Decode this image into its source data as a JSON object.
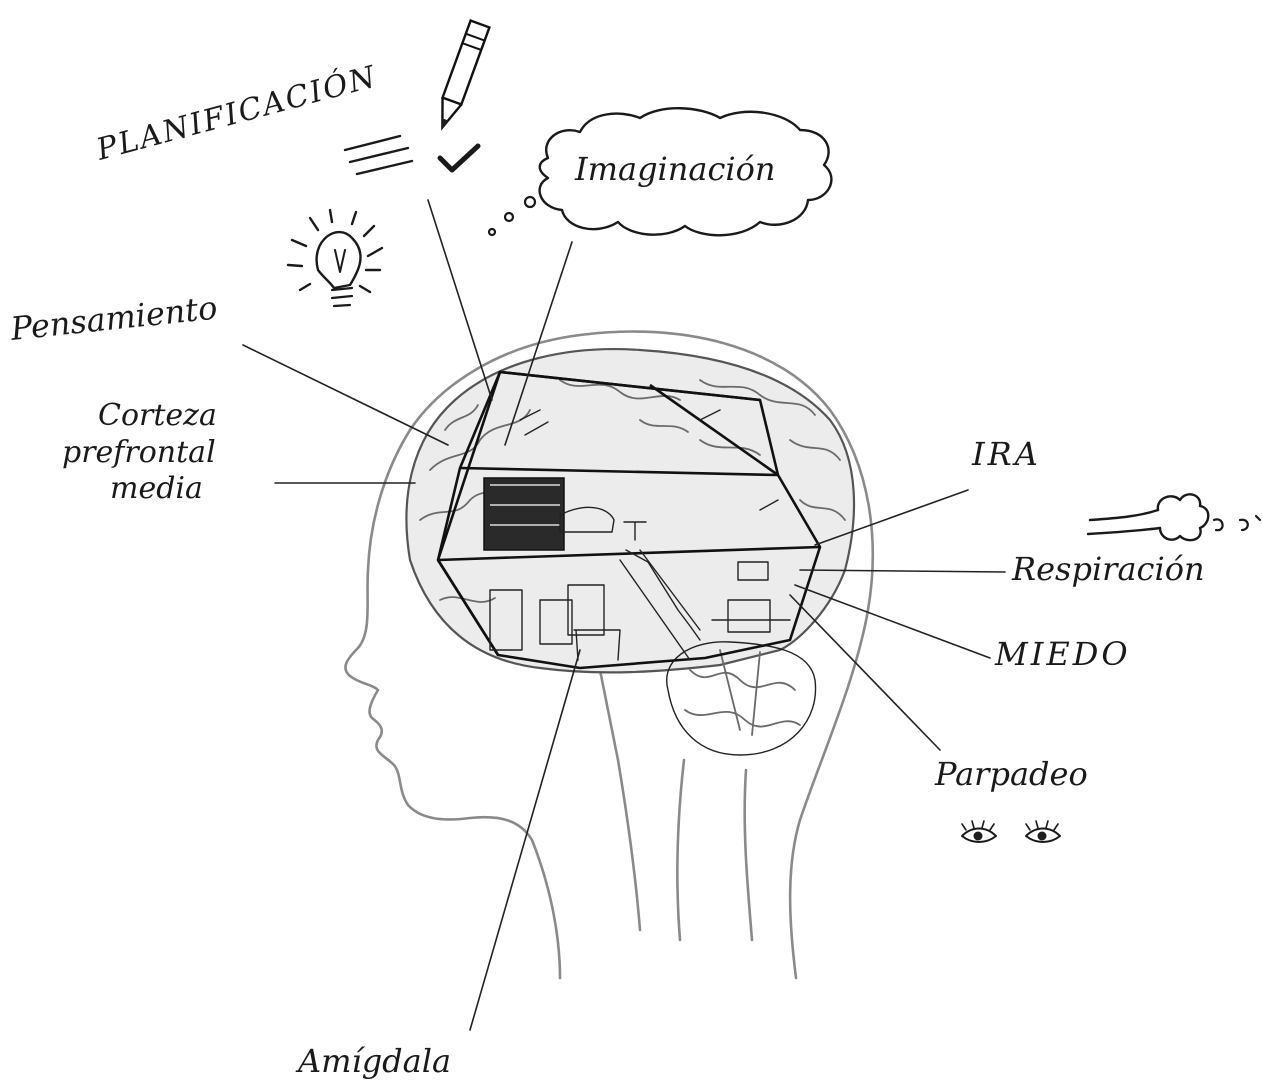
{
  "labels": {
    "planificacion": "PLANIFICACIÓN",
    "imaginacion": "Imaginación",
    "pensamiento": "Pensamiento",
    "corteza_line1": "Corteza",
    "corteza_line2": "prefrontal",
    "corteza_line3": "media",
    "ira": "IRA",
    "respiracion": "Respiración",
    "miedo": "MIEDO",
    "parpadeo": "Parpadeo",
    "amigdala": "Amígdala"
  }
}
